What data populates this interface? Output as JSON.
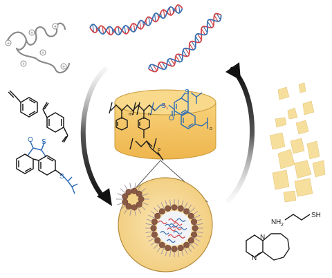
{
  "figure": {
    "colors": {
      "background": "#ffffff",
      "resin_fill": "#f5c86a",
      "resin_top": "#f9d98b",
      "resin_edge": "#c99a3a",
      "micelle_fill": "#f7dc9e",
      "micelle_edge": "#b58b3c",
      "particle_brown": "#8a5a44",
      "dna_red": "#d0454a",
      "dna_blue": "#3a6fb0",
      "chem_black": "#1a1a1a",
      "chem_blue": "#2a6ab7",
      "cation_gray": "#8a8a8a",
      "pieces_fill": "#f6df9c"
    },
    "polymer_labels": {
      "sulfur_left": "S",
      "oxygen_left": "O",
      "sulfur_right": "S",
      "m": "m",
      "n": "n",
      "o": "o",
      "p": "p"
    },
    "monomer_labels": {
      "thiolactone_s": "S",
      "thiolactone_o": "O",
      "thioether_s": "S"
    },
    "cysteamine": {
      "nh2": "H",
      "nh2_sub": "2",
      "n": "N",
      "sh": "SH"
    },
    "dbu": {
      "n_top": "N",
      "n_bottom": "N"
    },
    "cation_symbol": "+",
    "icons": [
      "dna-helix",
      "polycation-chain",
      "resin-disc",
      "micelle-zoom",
      "degraded-pieces",
      "cycle-arrows"
    ]
  }
}
